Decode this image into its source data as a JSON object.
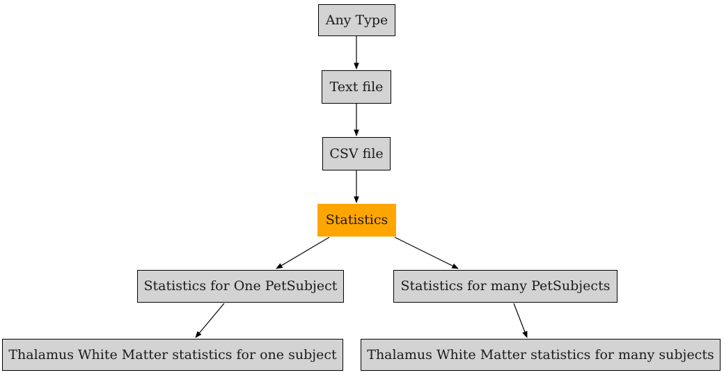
{
  "diagram": {
    "type": "graph-hierarchy",
    "colors": {
      "node_fill": "#d3d3d3",
      "node_border": "#000000",
      "highlight_fill": "#ffa500",
      "edge": "#000000",
      "text": "#1a1a1a",
      "background": "#ffffff"
    },
    "nodes": {
      "any_type": {
        "label": "Any Type"
      },
      "text_file": {
        "label": "Text file"
      },
      "csv_file": {
        "label": "CSV file"
      },
      "statistics": {
        "label": "Statistics",
        "highlighted": true
      },
      "stats_one": {
        "label": "Statistics for One PetSubject"
      },
      "stats_many": {
        "label": "Statistics for many PetSubjects"
      },
      "thalamus_one": {
        "label": "Thalamus White Matter statistics for one subject"
      },
      "thalamus_many": {
        "label": "Thalamus White Matter statistics for many subjects"
      }
    },
    "edges": [
      {
        "from": "any_type",
        "to": "text_file"
      },
      {
        "from": "text_file",
        "to": "csv_file"
      },
      {
        "from": "csv_file",
        "to": "statistics"
      },
      {
        "from": "statistics",
        "to": "stats_one"
      },
      {
        "from": "statistics",
        "to": "stats_many"
      },
      {
        "from": "stats_one",
        "to": "thalamus_one"
      },
      {
        "from": "stats_many",
        "to": "thalamus_many"
      }
    ]
  }
}
